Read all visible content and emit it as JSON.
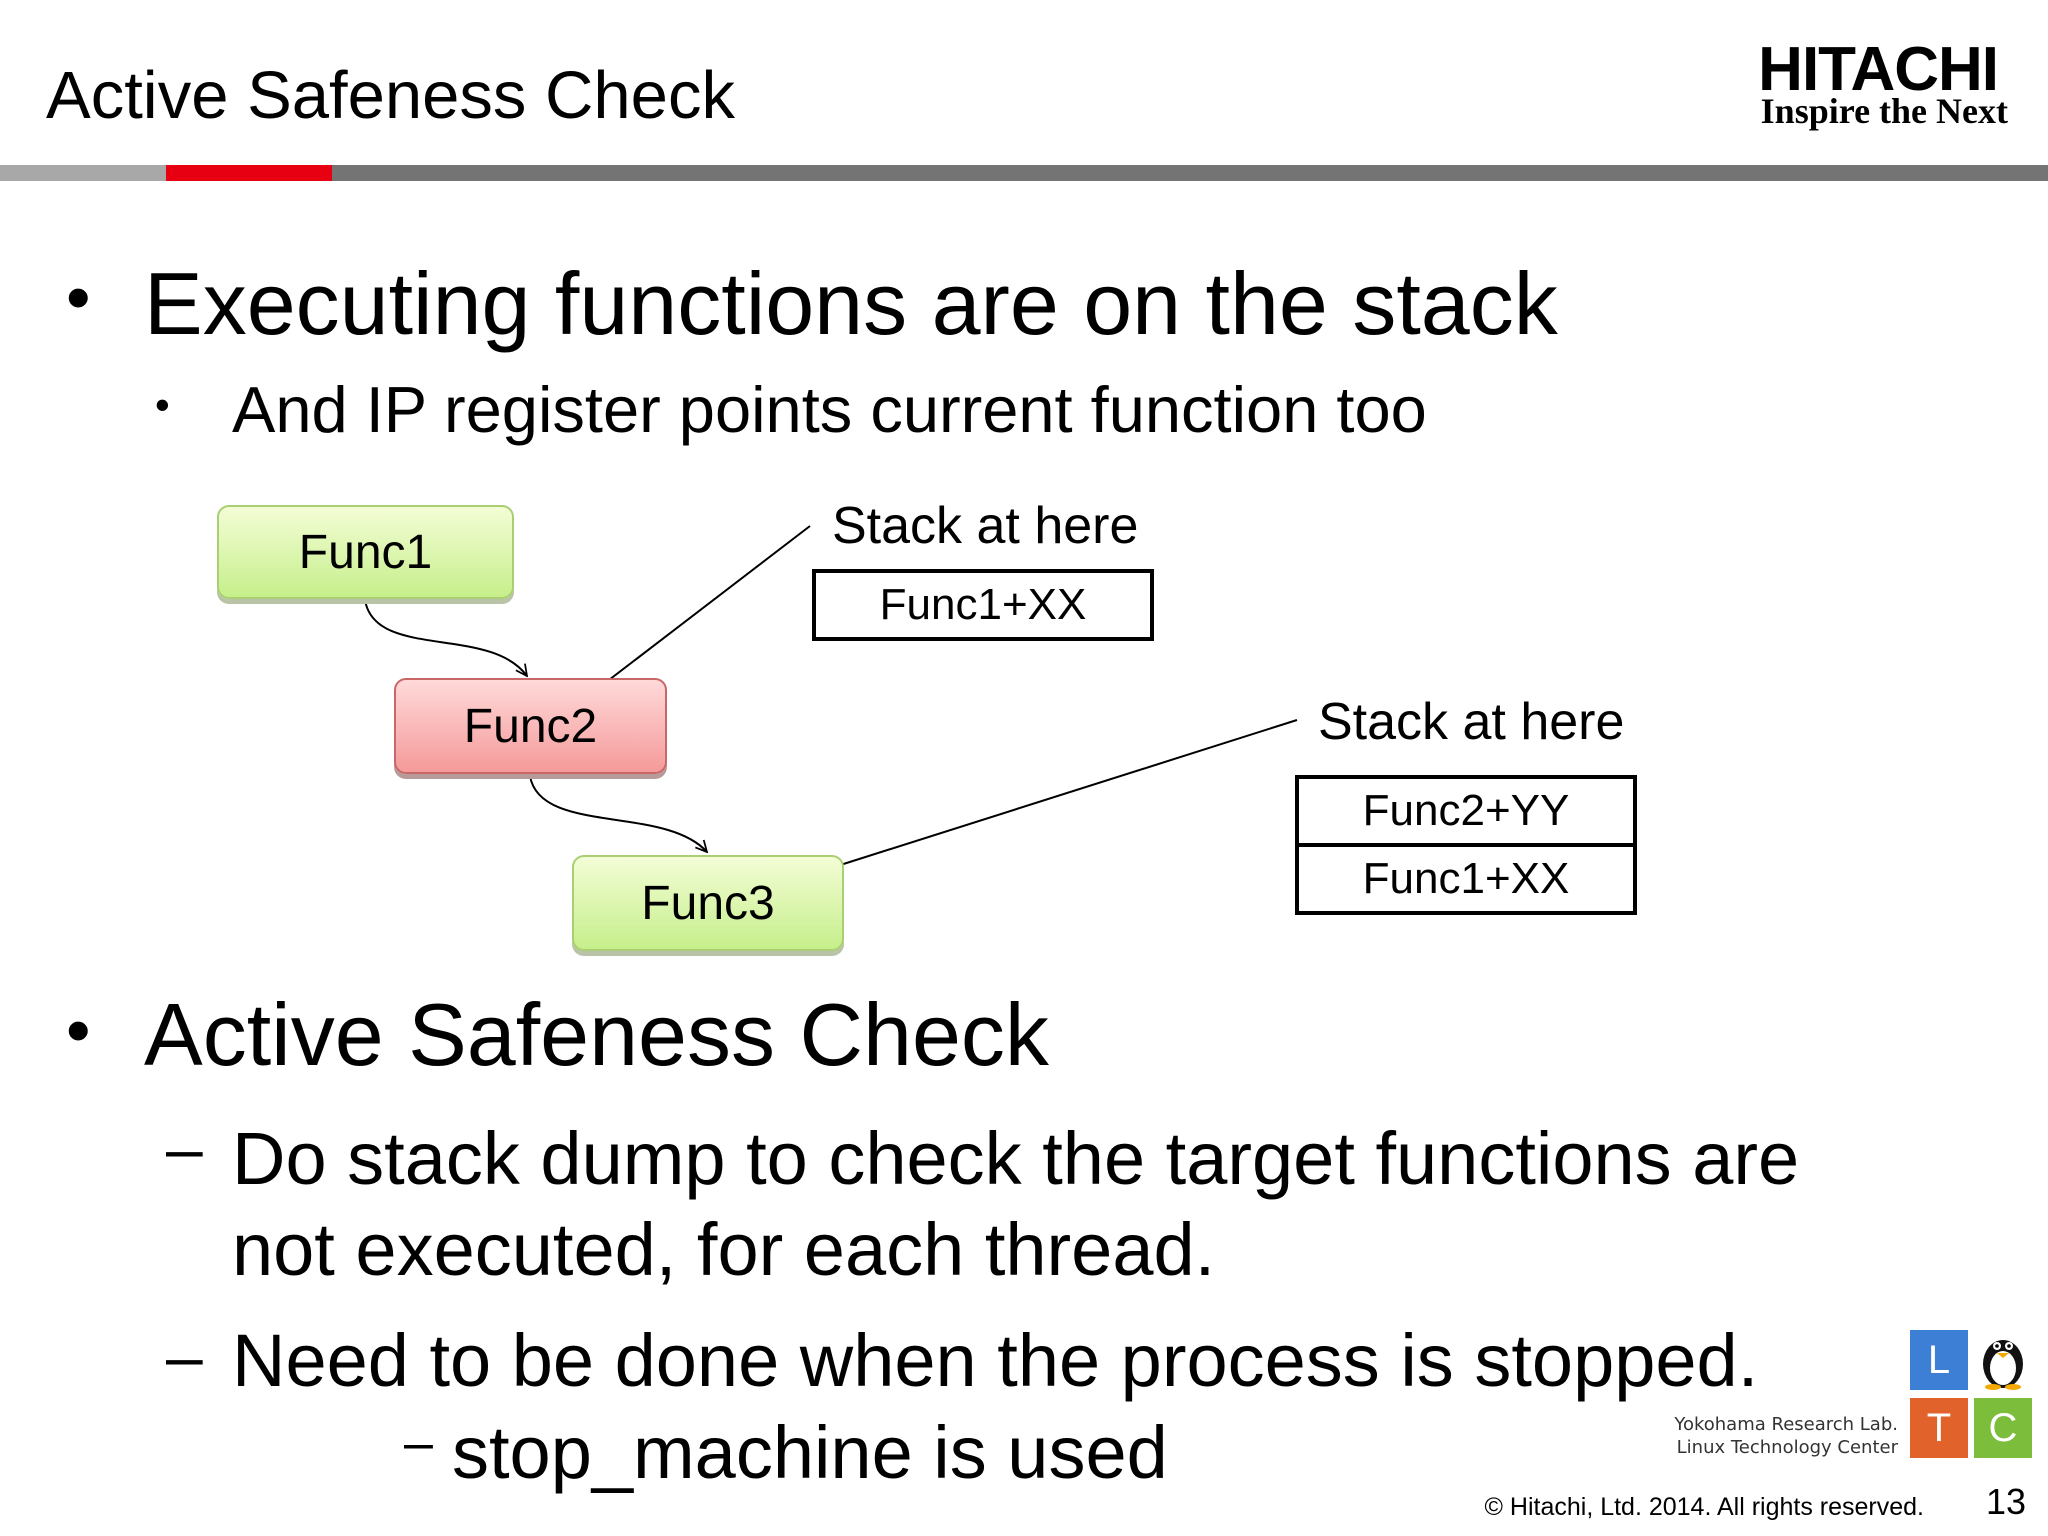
{
  "header": {
    "title": "Active Safeness Check",
    "brand": "HITACHI",
    "tagline": "Inspire the Next",
    "colors": {
      "rule": "#747474",
      "rule_left": "#a8a8a8",
      "accent": "#e60012"
    }
  },
  "bullets": {
    "b1": {
      "text": "Executing functions are on the stack",
      "sub": "And IP register points current function too"
    },
    "b2": {
      "text": "Active Safeness Check",
      "dash1_line1": "Do stack dump to check the target functions are",
      "dash1_line2": "not executed, for each thread.",
      "dash2": "Need to be done when the process is stopped.",
      "dash3": "stop_machine is used"
    },
    "markers": {
      "dot": "•",
      "dash": "–"
    }
  },
  "diagram": {
    "functions": [
      {
        "label": "Func1",
        "color": "#c6ef8b"
      },
      {
        "label": "Func2",
        "color": "#f59a9a"
      },
      {
        "label": "Func3",
        "color": "#c6ef8b"
      }
    ],
    "stacks": [
      {
        "label": "Stack at here",
        "frames": [
          "Func1+XX"
        ]
      },
      {
        "label": "Stack at here",
        "frames": [
          "Func2+YY",
          "Func1+XX"
        ]
      }
    ]
  },
  "footer": {
    "logo": {
      "tiles": [
        "L",
        "T",
        "C"
      ],
      "icon": "penguin-icon"
    },
    "lab_line1": "Yokohama Research Lab.",
    "lab_line2": "Linux Technology Center",
    "copyright": "© Hitachi, Ltd. 2014. All rights reserved.",
    "page_number": "13"
  }
}
